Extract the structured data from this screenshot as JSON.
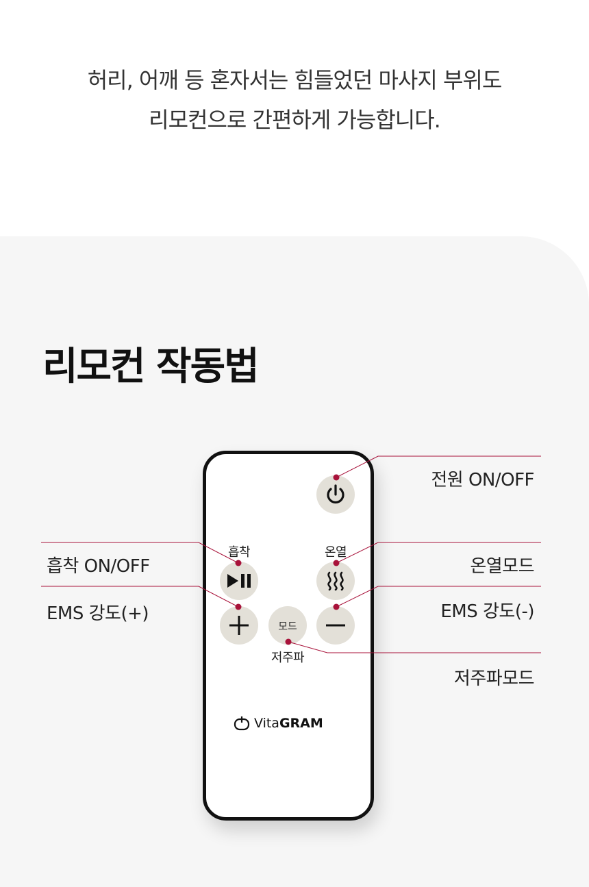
{
  "intro": {
    "line1": "허리, 어깨 등 혼자서는 힘들었던 마사지 부위도",
    "line2": "리모컨으로 간편하게 가능합니다."
  },
  "section": {
    "title": "리모컨 작동법"
  },
  "remote": {
    "buttons": {
      "suction_label": "흡착",
      "heat_label": "온열",
      "mode_text": "모드",
      "low_freq_label": "저주파"
    },
    "logo": {
      "vita": "Vita",
      "gram": "GRAM"
    }
  },
  "callouts": {
    "power": "전원 ON/OFF",
    "suction": "흡착 ON/OFF",
    "ems_plus": "EMS 강도(+)",
    "heat_mode": "온열모드",
    "ems_minus": "EMS 강도(-)",
    "low_freq_mode": "저주파모드"
  },
  "colors": {
    "accent": "#a8123a",
    "button": "#e3e0d8",
    "panel": "#f6f6f6"
  }
}
